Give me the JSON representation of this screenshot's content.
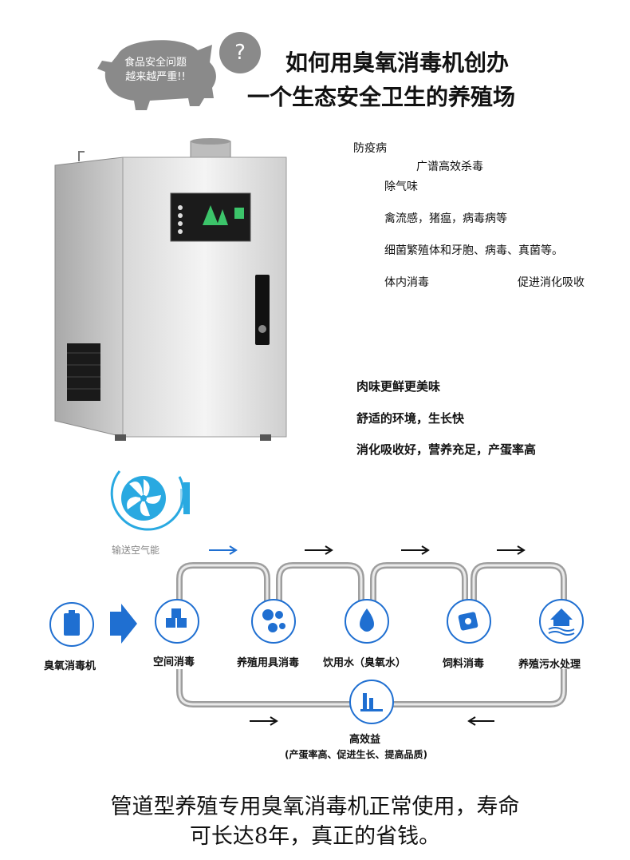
{
  "header": {
    "pig_text_line1": "食品安全问题",
    "pig_text_line2": "越来越严重!!",
    "question_mark": "?",
    "title_line1": "如何用臭氧消毒机创办",
    "title_line2": "一个生态安全卫生的养殖场"
  },
  "benefits": {
    "epidemic": "防疫病",
    "broad": "广谱高效杀毒",
    "odor": "除气味",
    "diseases": "禽流感，猪瘟，病毒病等",
    "bacteria": "细菌繁殖体和牙胞、病毒、真菌等。",
    "internal": "体内消毒",
    "digest": "促进消化吸收",
    "meat": "肉味更鲜更美味",
    "environment": "舒适的环境，生长快",
    "absorb": "消化吸收好，营养充足，产蛋率高"
  },
  "fan": {
    "label": "输送空气能"
  },
  "flow": {
    "machine": "臭氧消毒机",
    "space": "空间消毒",
    "tools": "养殖用具消毒",
    "water": "饮用水（臭氧水）",
    "feed": "饲料消毒",
    "sewage": "养殖污水处理",
    "benefit": "高效益",
    "benefit_detail": "(产蛋率高、促进生长、提高品质)"
  },
  "footer": {
    "line1": "管道型养殖专用臭氧消毒机正常使用，寿命",
    "line2": "可长达8年，真正的省钱。"
  },
  "colors": {
    "accent_blue": "#1f6fd1",
    "pig_gray": "#8a8a8a",
    "pipe_gray": "#b8b8b8"
  }
}
